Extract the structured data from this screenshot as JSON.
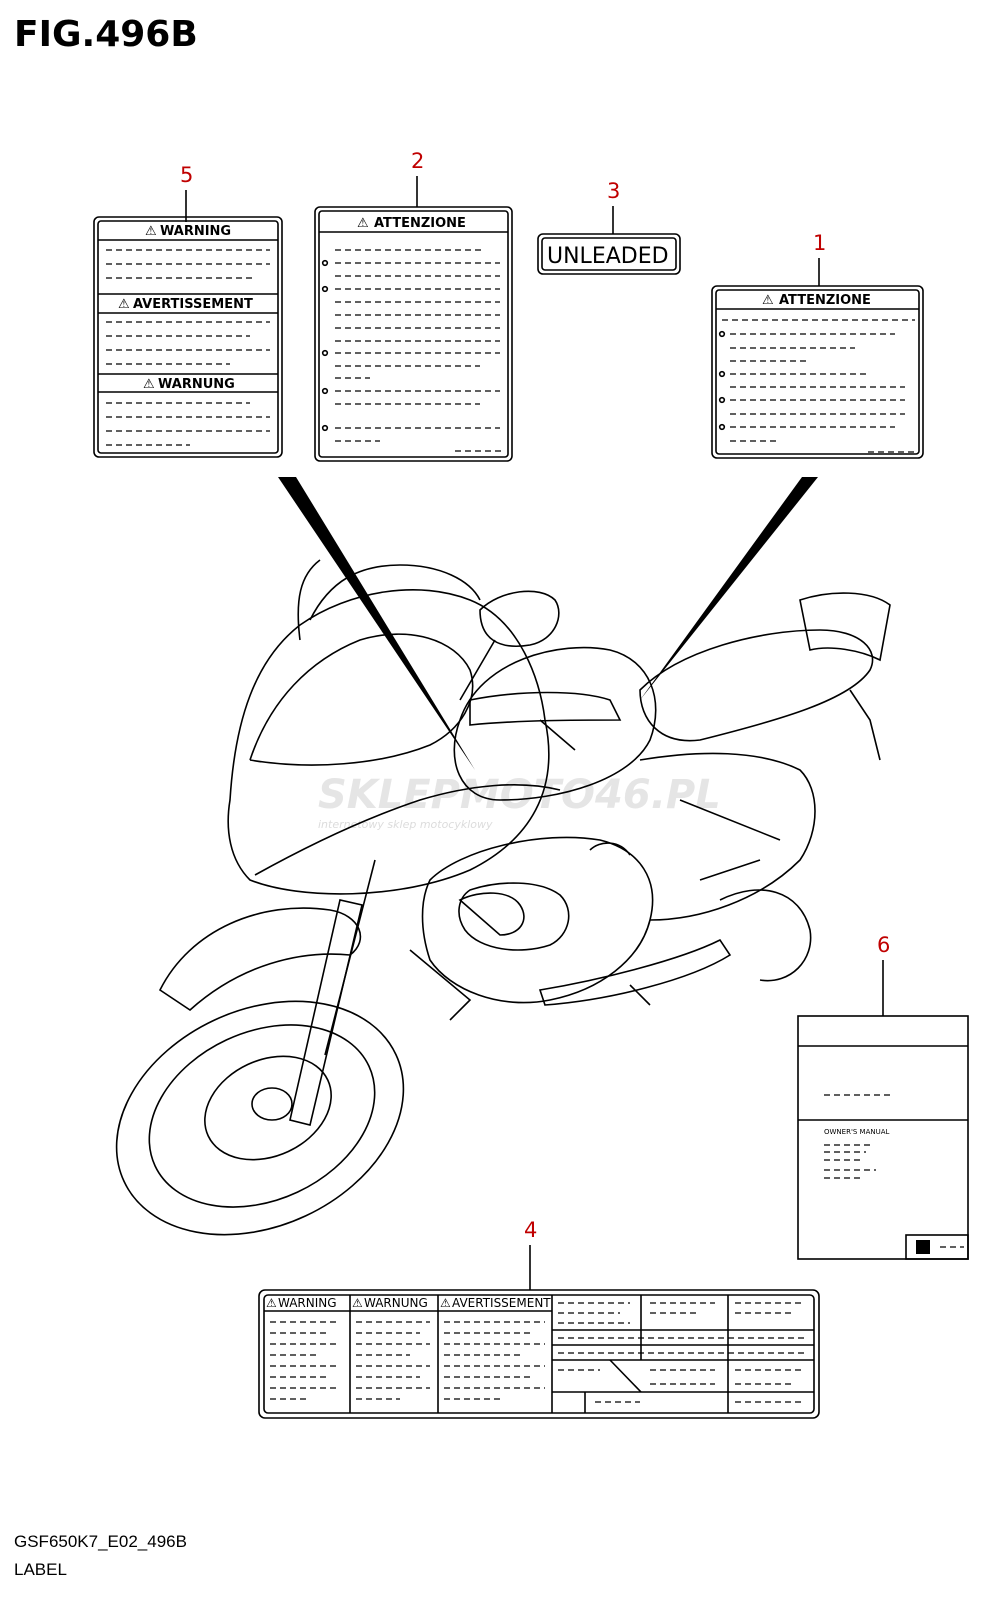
{
  "figure": {
    "title": "FIG.496B"
  },
  "footer": {
    "code": "GSF650K7_E02_496B",
    "label": "LABEL"
  },
  "callouts": {
    "n1": "1",
    "n2": "2",
    "n3": "3",
    "n4": "4",
    "n5": "5",
    "n6": "6"
  },
  "labels": {
    "label5": {
      "headers": [
        "WARNING",
        "AVERTISSEMENT",
        "WARNUNG"
      ]
    },
    "label2": {
      "header": "ATTENZIONE"
    },
    "label3": {
      "text": "UNLEADED"
    },
    "label1": {
      "header": "ATTENZIONE"
    },
    "label4": {
      "headers": [
        "WARNING",
        "WARNUNG",
        "AVERTISSEMENT"
      ]
    },
    "label6": {
      "title": "OWNER'S MANUAL"
    }
  },
  "watermark": {
    "brand": "SKLEPMOTO46.PL",
    "tagline": "internetowy sklep motocyklowy"
  },
  "colors": {
    "callout": "#c00000",
    "line": "#000000"
  }
}
